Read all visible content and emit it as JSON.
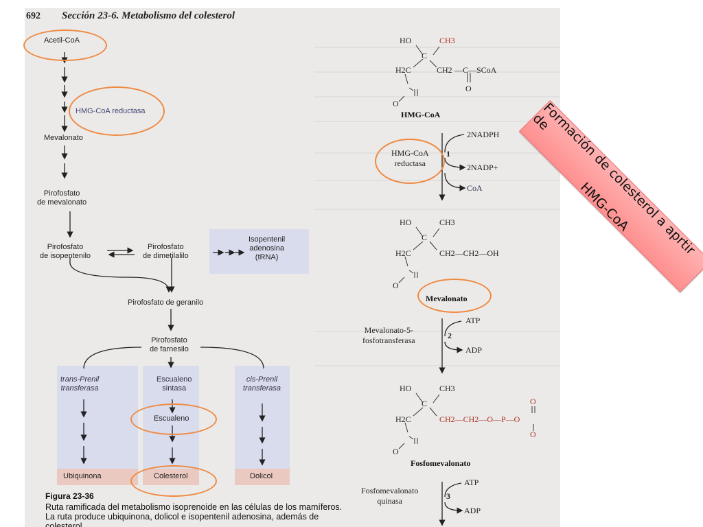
{
  "page_header": {
    "number": "692",
    "title": "Sección 23-6. Metabolismo del colesterol"
  },
  "pathway": {
    "acetil": "Acetil-CoA",
    "hmg_reductasa": "HMG-CoA reductasa",
    "mevalonato": "Mevalonato",
    "pp_meva": [
      "Pirofosfato",
      "de mevalonato"
    ],
    "pp_iso": [
      "Pirofosfato",
      "de isopentenilo"
    ],
    "pp_dime": [
      "Pirofosfato",
      "de dimetilalilo"
    ],
    "isopentenil": [
      "Isopentenil",
      "adenosina",
      "(tRNA)"
    ],
    "geranilo": "Pirofosfato de geranilo",
    "farnesilo": [
      "Pirofosfato",
      "de farnesilo"
    ],
    "trans": [
      "trans-Prenil",
      "transferasa"
    ],
    "escualeno_sintasa": [
      "Escualeno",
      "sintasa"
    ],
    "cis": [
      "cis-Prenil",
      "transferasa"
    ],
    "escualeno": "Escualeno",
    "ubiquinona": "Ubiquinona",
    "colesterol": "Colesterol",
    "dolicol": "Dolicol"
  },
  "caption": {
    "title": "Figura 23-36",
    "body": "Ruta ramificada del metabolismo isoprenoide en las células de los mamíferos. La ruta produce ubiquinona, dolicol e isopentenil adenosina, además de colesterol."
  },
  "chem": {
    "hmg": {
      "ho": "HO",
      "ch3": "CH3",
      "c": "C",
      "h2c": "H2C",
      "ch2": "CH2",
      "scoa": "—C—SCoA",
      "o": "O",
      "o_minus": "O",
      "name": "HMG-CoA"
    },
    "step1": {
      "enzyme": [
        "HMG-CoA",
        "reductasa"
      ],
      "num": "1",
      "in": "2NADPH",
      "out1": "2NADP+",
      "out2": "CoA"
    },
    "meva": {
      "ho": "HO",
      "ch3": "CH3",
      "c": "C",
      "h2c": "H2C",
      "chain": "CH2—CH2—OH",
      "name": "Mevalonato"
    },
    "step2": {
      "enzyme": [
        "Mevalonato-5-",
        "fosfotransferasa"
      ],
      "num": "2",
      "in": "ATP",
      "out": "ADP"
    },
    "fosfo": {
      "ho": "HO",
      "ch3": "CH3",
      "c": "C",
      "h2c": "H2C",
      "chain": "CH2—CH2—O—P—O",
      "name": "Fosfomevalonato"
    },
    "step3": {
      "enzyme": [
        "Fosfomevalonato",
        "quinasa"
      ],
      "num": "3",
      "in": "ATP",
      "out": "ADP"
    }
  },
  "banner": {
    "line1": "Formación de colesterol a aprtir de",
    "line2": "HMG-CoA"
  },
  "colors": {
    "highlight_circle": "#ee8a42",
    "banner_fill": "#ff9c9c",
    "panel": "#d9dced",
    "panel_foot": "#e9c9c0"
  }
}
